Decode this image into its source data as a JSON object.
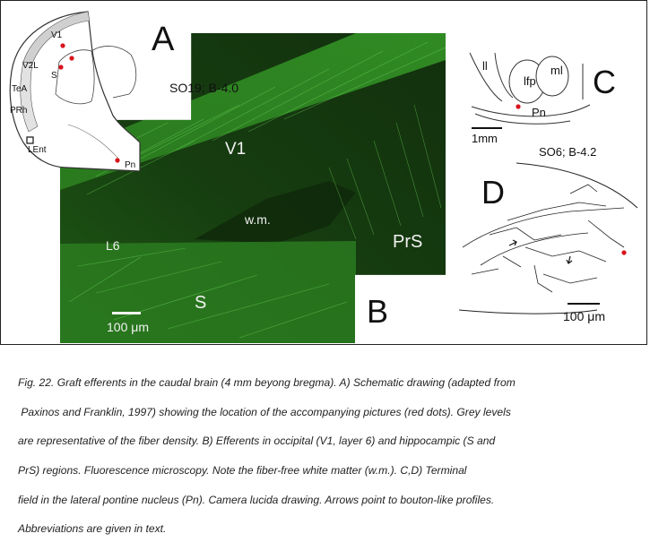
{
  "figure": {
    "panel_a": {
      "letter": "A",
      "regions": [
        "V1",
        "V2L",
        "TeA",
        "PRh",
        "LEnt",
        "S",
        "Pn"
      ],
      "section_label": "SO19; B-4.0"
    },
    "panel_b": {
      "letter": "B",
      "labels": {
        "v1": "V1",
        "wm": "w.m.",
        "l6": "L6",
        "prs": "PrS",
        "s": "S"
      },
      "scale_bar": "100 μm"
    },
    "panel_c": {
      "letter": "C",
      "labels": {
        "ll": "ll",
        "ml": "ml",
        "lfp": "lfp",
        "pn": "Pn"
      },
      "scale_bar": "1mm"
    },
    "panel_d": {
      "letter": "D",
      "section_label": "SO6; B-4.2",
      "scale_bar": "100 μm"
    },
    "dot_color": "#d8141c",
    "fluorescence_color": "#3fcf3a"
  },
  "caption": {
    "lines": [
      "Fig. 22. Graft efferents in the caudal brain (4 mm beyong bregma). A) Schematic drawing (adapted from",
      " Paxinos and Franklin, 1997) showing the location of the accompanying pictures (red dots). Grey levels",
      "are representative of the fiber density. B) Efferents in occipital (V1, layer 6) and hippocampic (S and",
      "PrS) regions. Fluorescence microscopy. Note the fiber-free white matter (w.m.). C,D) Terminal",
      "field in the lateral pontine nucleus (Pn). Camera lucida drawing. Arrows point to bouton-like profiles.",
      "Abbreviations are given in text."
    ]
  }
}
